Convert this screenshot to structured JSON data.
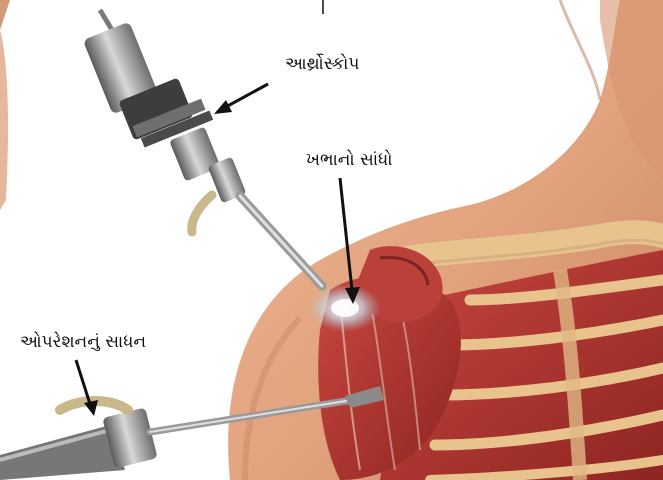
{
  "labels": {
    "arthroscope": "આર્થ્રોસ્કોપ",
    "shoulder_joint": "ખભાનો સાંધો",
    "surgical_instrument": "ઓપરેશનનું સાધન"
  },
  "colors": {
    "background": "#ffffff",
    "skin": "#e2a27e",
    "skin_shadow": "#c47f5c",
    "bone": "#e8c38e",
    "muscle": "#b5342f",
    "instrument_metal": "#8f8f8f",
    "arrow": "#111111"
  }
}
